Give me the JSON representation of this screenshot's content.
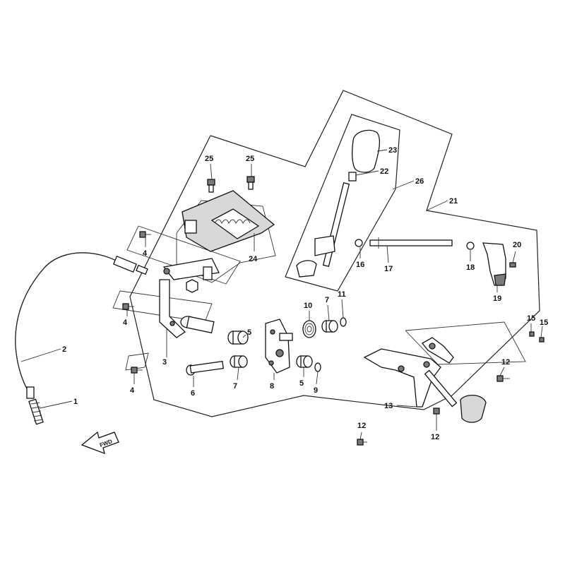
{
  "callouts": [
    {
      "id": "1",
      "text": "1"
    },
    {
      "id": "2",
      "text": "2"
    },
    {
      "id": "3",
      "text": "3"
    },
    {
      "id": "4a",
      "text": "4"
    },
    {
      "id": "4b",
      "text": "4"
    },
    {
      "id": "4c",
      "text": "4"
    },
    {
      "id": "5a",
      "text": "5"
    },
    {
      "id": "5b",
      "text": "5"
    },
    {
      "id": "6",
      "text": "6"
    },
    {
      "id": "7a",
      "text": "7"
    },
    {
      "id": "7b",
      "text": "7"
    },
    {
      "id": "8",
      "text": "8"
    },
    {
      "id": "9",
      "text": "9"
    },
    {
      "id": "10",
      "text": "10"
    },
    {
      "id": "11",
      "text": "11"
    },
    {
      "id": "12a",
      "text": "12"
    },
    {
      "id": "12b",
      "text": "12"
    },
    {
      "id": "12c",
      "text": "12"
    },
    {
      "id": "13",
      "text": "13"
    },
    {
      "id": "15a",
      "text": "15"
    },
    {
      "id": "15b",
      "text": "15"
    },
    {
      "id": "16",
      "text": "16"
    },
    {
      "id": "17",
      "text": "17"
    },
    {
      "id": "18",
      "text": "18"
    },
    {
      "id": "19",
      "text": "19"
    },
    {
      "id": "20",
      "text": "20"
    },
    {
      "id": "21",
      "text": "21"
    },
    {
      "id": "22",
      "text": "22"
    },
    {
      "id": "23",
      "text": "23"
    },
    {
      "id": "24",
      "text": "24"
    },
    {
      "id": "25a",
      "text": "25"
    },
    {
      "id": "25b",
      "text": "25"
    },
    {
      "id": "26",
      "text": "26"
    }
  ],
  "direction_arrow": {
    "text": "FWD"
  }
}
